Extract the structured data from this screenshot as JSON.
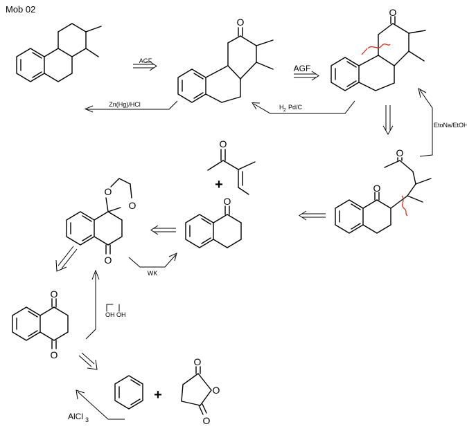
{
  "title": "Mob 02",
  "atoms": {
    "oxygen": "O"
  },
  "reagents": {
    "agf_1": "AGF",
    "agf_2": "AGF",
    "clemmensen": "Zn(Hg)/HCl",
    "hydrogenation_h": "H",
    "hydrogenation_sub": "2",
    "hydrogenation_cat": "Pd/C",
    "base": "EtoNa/EtOH",
    "wolff_kishner": "WK",
    "diol_oh_left": "OH",
    "diol_oh_right": "OH",
    "lewis_acid_main": "AlCl",
    "lewis_acid_sub": "3"
  },
  "symbols": {
    "plus": "+"
  },
  "colors": {
    "ink": "#000000",
    "disconnection": "#e0281a"
  }
}
